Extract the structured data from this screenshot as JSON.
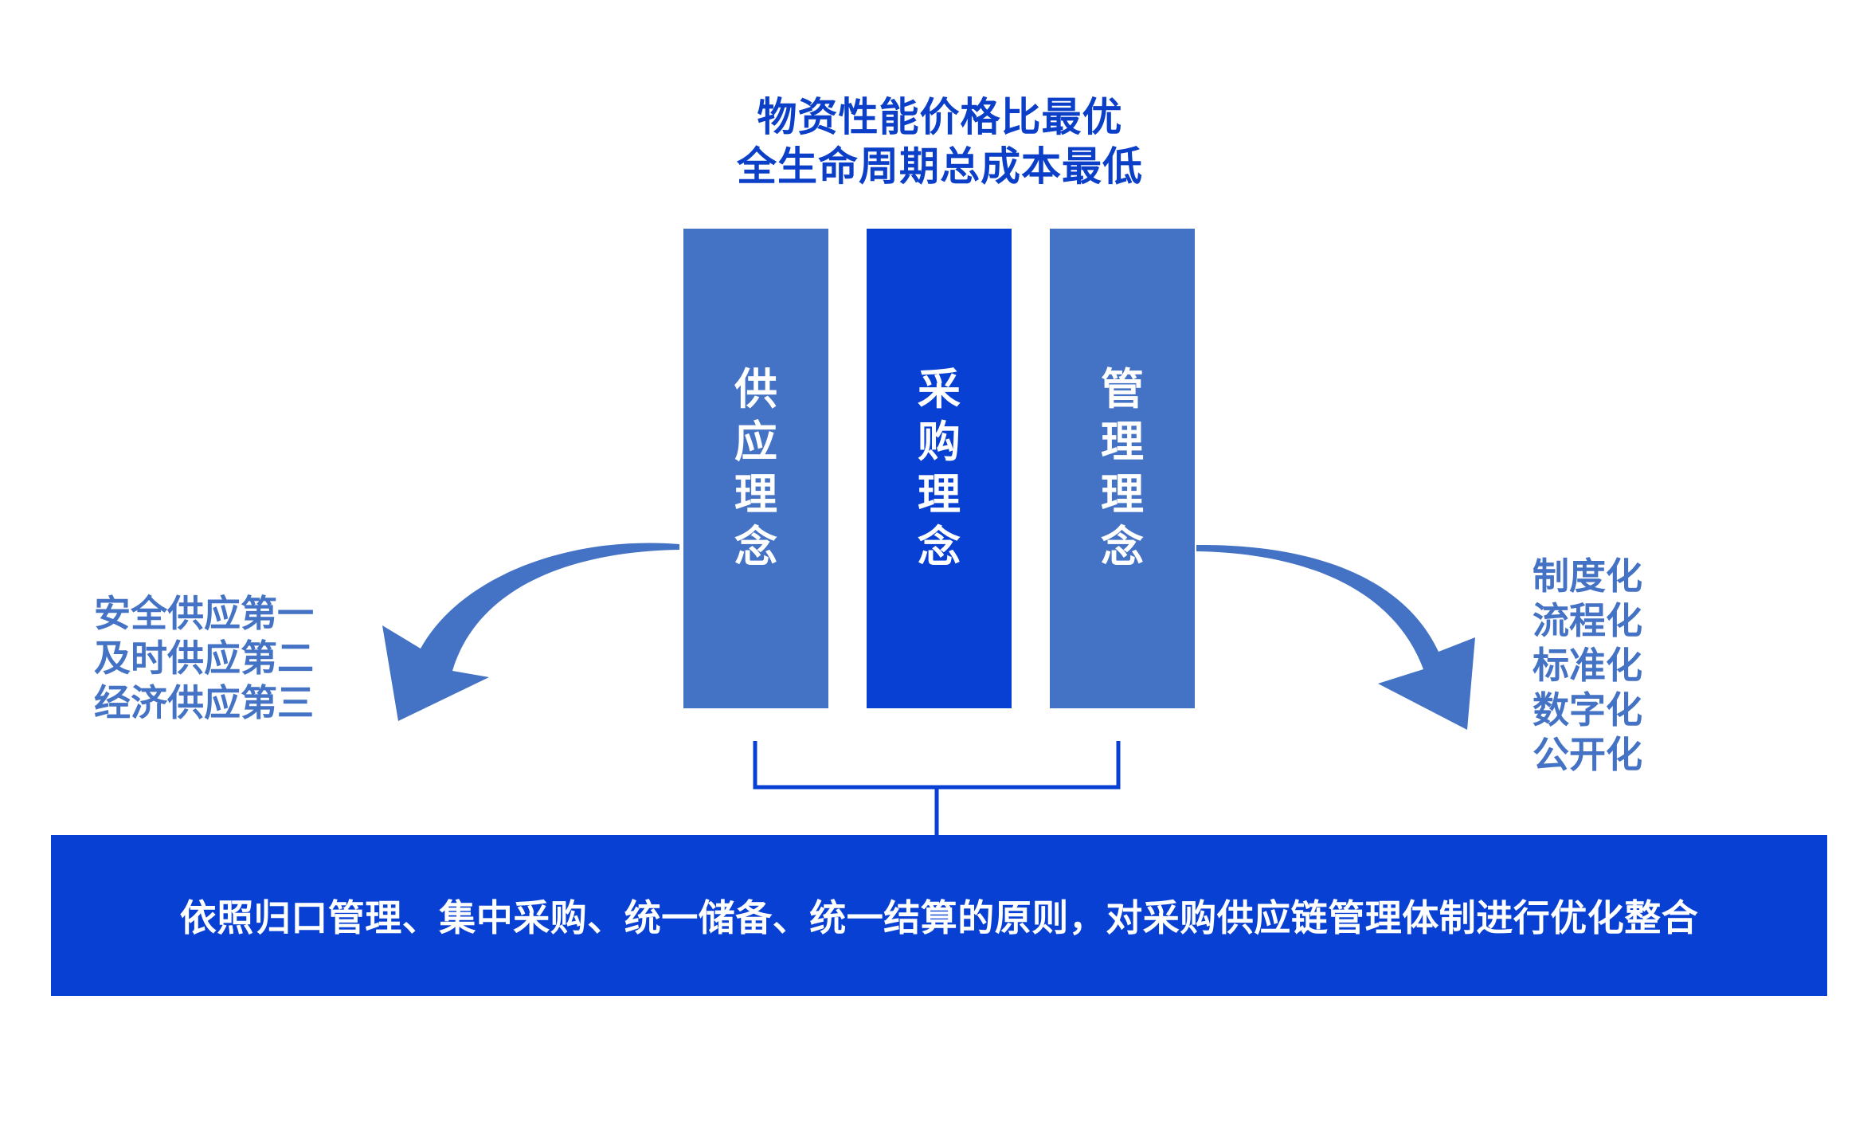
{
  "title": {
    "line1": "物资性能价格比最优",
    "line2": "全生命周期总成本最低"
  },
  "pillars": [
    {
      "label": "供应理念",
      "color": "#4472c4"
    },
    {
      "label": "采购理念",
      "color": "#0840d4"
    },
    {
      "label": "管理理念",
      "color": "#4472c4"
    }
  ],
  "left_list": [
    "安全供应第一",
    "及时供应第二",
    "经济供应第三"
  ],
  "right_list": [
    "制度化",
    "流程化",
    "标准化",
    "数字化",
    "公开化"
  ],
  "bottom": {
    "text": "依照归口管理、集中采购、统一储备、统一结算的原则，对采购供应链管理体制进行优化整合",
    "color": "#0840d4"
  },
  "colors": {
    "accent_light": "#4472c4",
    "accent_dark": "#0840d4",
    "title": "#0b3fc8"
  }
}
